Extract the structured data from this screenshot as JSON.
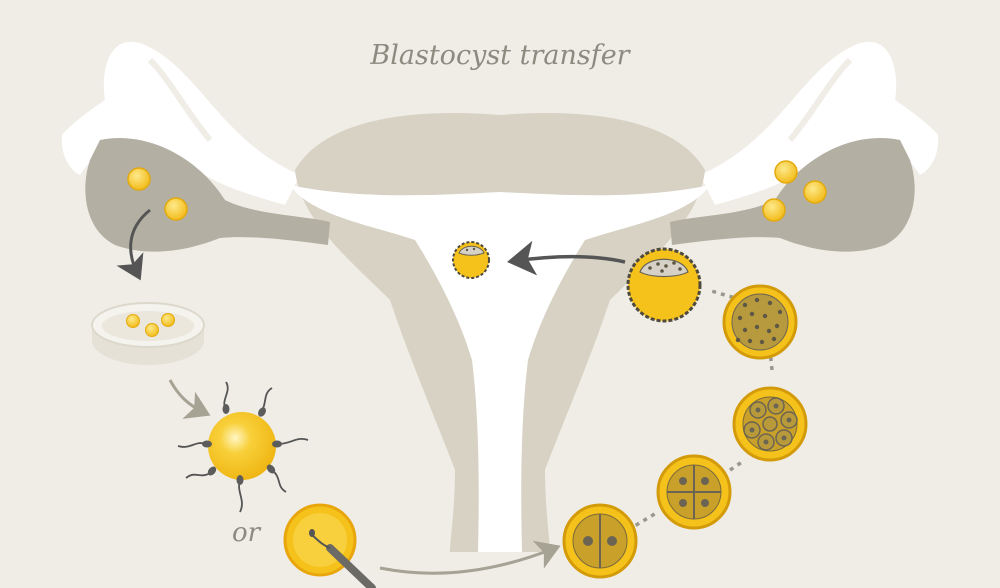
{
  "diagram": {
    "title": "Blastocyst transfer",
    "or_label": "or"
  },
  "colors": {
    "background": "#efede6",
    "uterus_outer": "#d7d2c4",
    "uterus_inner": "#ffffff",
    "ovary": "#b3b0a3",
    "egg": "#f5c21b",
    "egg_outline": "#d39a0a",
    "cell_dark": "#6b6452",
    "arrow_dark": "#555555",
    "arrow_light": "#a6a294"
  },
  "icons": [
    "uterus",
    "fallopian-tube",
    "ovary",
    "egg",
    "petri-dish",
    "sperm",
    "injection-needle",
    "embryo-2-cell",
    "embryo-4-cell",
    "embryo-8-cell",
    "morula",
    "blastocyst",
    "arrow"
  ]
}
